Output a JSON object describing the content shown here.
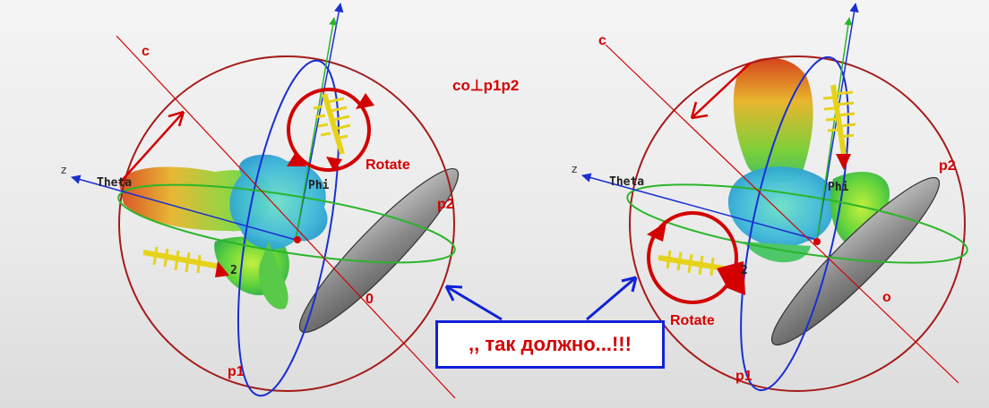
{
  "formula": "co⊥p1p2",
  "callout_text": ",, так должно...!!!",
  "left_panel": {
    "label_c": "c",
    "label_o": "0",
    "label_p1": "p1",
    "label_p2": "p2",
    "rotate_label": "Rotate",
    "axis_z": "z",
    "axis_theta": "Theta",
    "axis_phi": "Phi",
    "axis_2": "2"
  },
  "right_panel": {
    "label_c": "c",
    "label_o": "o",
    "label_p1": "p1",
    "label_p2": "p2",
    "rotate_label": "Rotate",
    "axis_z": "z",
    "axis_theta": "Theta",
    "axis_phi": "Phi",
    "axis_2": "2"
  },
  "colors": {
    "annotation_red": "#d40000",
    "axis_blue": "#1a2fd0",
    "axis_green": "#2ab52a",
    "callout_border": "#1022d8"
  }
}
